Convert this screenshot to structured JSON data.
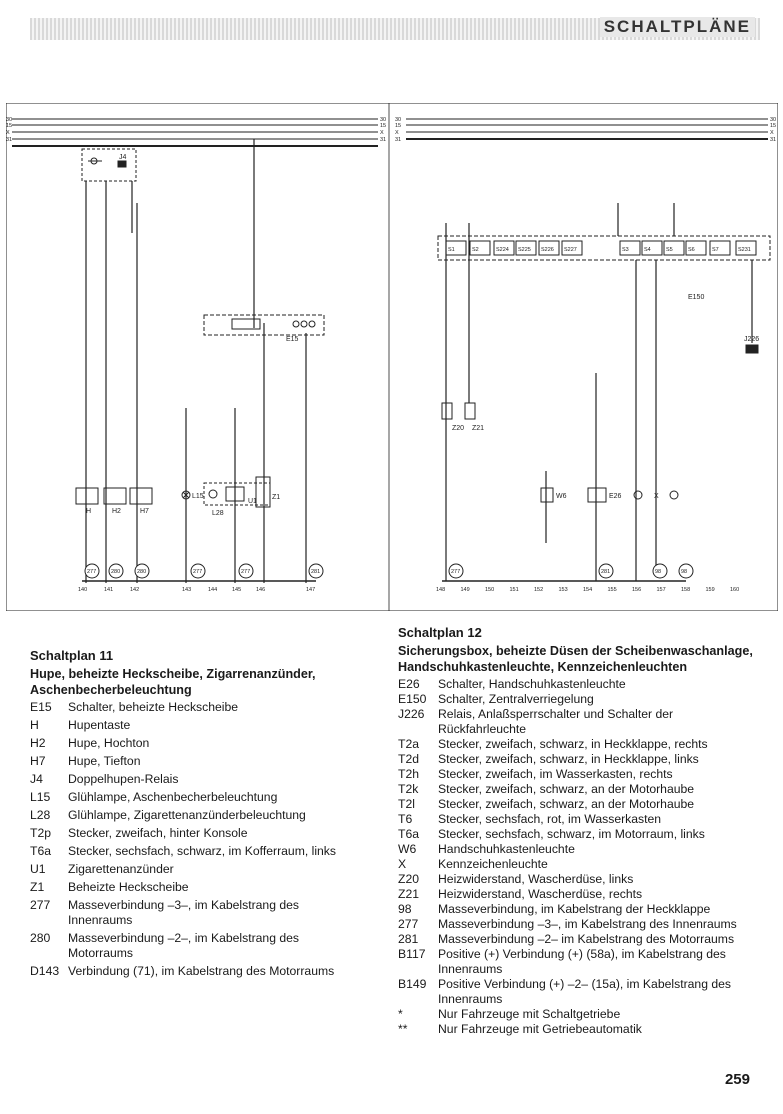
{
  "header": {
    "title": "SCHALTPLÄNE"
  },
  "diagram": {
    "left_lines": [
      "30",
      "15",
      "X",
      "31"
    ],
    "right_lines": [
      "30",
      "15",
      "X",
      "31"
    ],
    "left_tracks": [
      "140",
      "141",
      "142",
      "143",
      "144",
      "145",
      "146",
      "147"
    ],
    "right_tracks": [
      "148",
      "149",
      "150",
      "151",
      "152",
      "153",
      "154",
      "155",
      "156",
      "157",
      "158",
      "159",
      "160"
    ],
    "fuse_labels": [
      "S1",
      "S2",
      "S224",
      "S225",
      "S226",
      "S227",
      "S3",
      "S4",
      "S5",
      "S6",
      "S7",
      "S231"
    ],
    "component_labels": [
      "H",
      "H2",
      "H7",
      "L15",
      "L28",
      "U1",
      "Z1",
      "E15",
      "J4",
      "Z20",
      "Z21",
      "W6",
      "E26",
      "X",
      "E150",
      "J226"
    ],
    "ground_labels": [
      "277",
      "280",
      "280",
      "277",
      "277",
      "281",
      "98",
      "98"
    ]
  },
  "left": {
    "title": "Schaltplan 11",
    "subtitle": "Hupe, beheizte Heckscheibe, Zigarrenanzünder, Aschenbecherbeleuchtung",
    "items": [
      {
        "code": "E15",
        "text": "Schalter, beheizte Heckscheibe"
      },
      {
        "code": "H",
        "text": "Hupentaste"
      },
      {
        "code": "H2",
        "text": "Hupe, Hochton"
      },
      {
        "code": "H7",
        "text": "Hupe, Tiefton"
      },
      {
        "code": "J4",
        "text": "Doppelhupen-Relais"
      },
      {
        "code": "L15",
        "text": "Glühlampe, Aschenbecherbeleuchtung"
      },
      {
        "code": "L28",
        "text": "Glühlampe, Zigarettenanzünderbeleuchtung"
      },
      {
        "code": "T2p",
        "text": "Stecker, zweifach, hinter Konsole"
      },
      {
        "code": "T6a",
        "text": "Stecker, sechsfach, schwarz, im Kofferraum, links"
      },
      {
        "code": "U1",
        "text": "Zigarettenanzünder"
      },
      {
        "code": "Z1",
        "text": "Beheizte Heckscheibe"
      },
      {
        "code": "277",
        "text": "Masseverbindung –3–, im Kabelstrang des Innenraums"
      },
      {
        "code": "280",
        "text": "Masseverbindung –2–, im Kabelstrang des Motorraums"
      },
      {
        "code": "D143",
        "text": "Verbindung (71), im Kabelstrang des Motorraums"
      }
    ]
  },
  "right": {
    "title": "Schaltplan 12",
    "subtitle": "Sicherungsbox, beheizte Düsen der Scheibenwaschanlage, Handschuhkastenleuchte, Kennzeichenleuchten",
    "items": [
      {
        "code": "E26",
        "text": "Schalter, Handschuhkastenleuchte"
      },
      {
        "code": "E150",
        "text": "Schalter, Zentralverriegelung"
      },
      {
        "code": "J226",
        "text": "Relais, Anlaßsperrschalter und Schalter der Rückfahrleuchte"
      },
      {
        "code": "T2a",
        "text": "Stecker, zweifach, schwarz, in Heckklappe, rechts"
      },
      {
        "code": "T2d",
        "text": "Stecker, zweifach, schwarz, in Heckklappe, links"
      },
      {
        "code": "T2h",
        "text": "Stecker, zweifach, im Wasserkasten, rechts"
      },
      {
        "code": "T2k",
        "text": "Stecker, zweifach, schwarz, an der Motorhaube"
      },
      {
        "code": "T2l",
        "text": "Stecker, zweifach, schwarz, an der Motorhaube"
      },
      {
        "code": "T6",
        "text": "Stecker, sechsfach, rot, im Wasserkasten"
      },
      {
        "code": "T6a",
        "text": "Stecker, sechsfach, schwarz, im Motorraum, links"
      },
      {
        "code": "W6",
        "text": "Handschuhkastenleuchte"
      },
      {
        "code": "X",
        "text": "Kennzeichenleuchte"
      },
      {
        "code": "Z20",
        "text": "Heizwiderstand, Wascherdüse, links"
      },
      {
        "code": "Z21",
        "text": "Heizwiderstand, Wascherdüse, rechts"
      },
      {
        "code": "98",
        "text": "Masseverbindung, im Kabelstrang der Heckklappe"
      },
      {
        "code": "277",
        "text": "Masseverbindung –3–, im Kabelstrang des Innenraums"
      },
      {
        "code": "281",
        "text": "Masseverbindung –2– im Kabelstrang des Motorraums"
      },
      {
        "code": "B117",
        "text": "Positive (+) Verbindung (+) (58a), im Kabelstrang des Innenraums"
      },
      {
        "code": "B149",
        "text": "Positive Verbindung (+) –2– (15a), im Kabelstrang des Innenraums"
      },
      {
        "code": "*",
        "text": "Nur Fahrzeuge mit Schaltgetriebe"
      },
      {
        "code": "**",
        "text": "Nur Fahrzeuge mit Getriebeautomatik"
      }
    ]
  },
  "page": {
    "number": "259"
  }
}
